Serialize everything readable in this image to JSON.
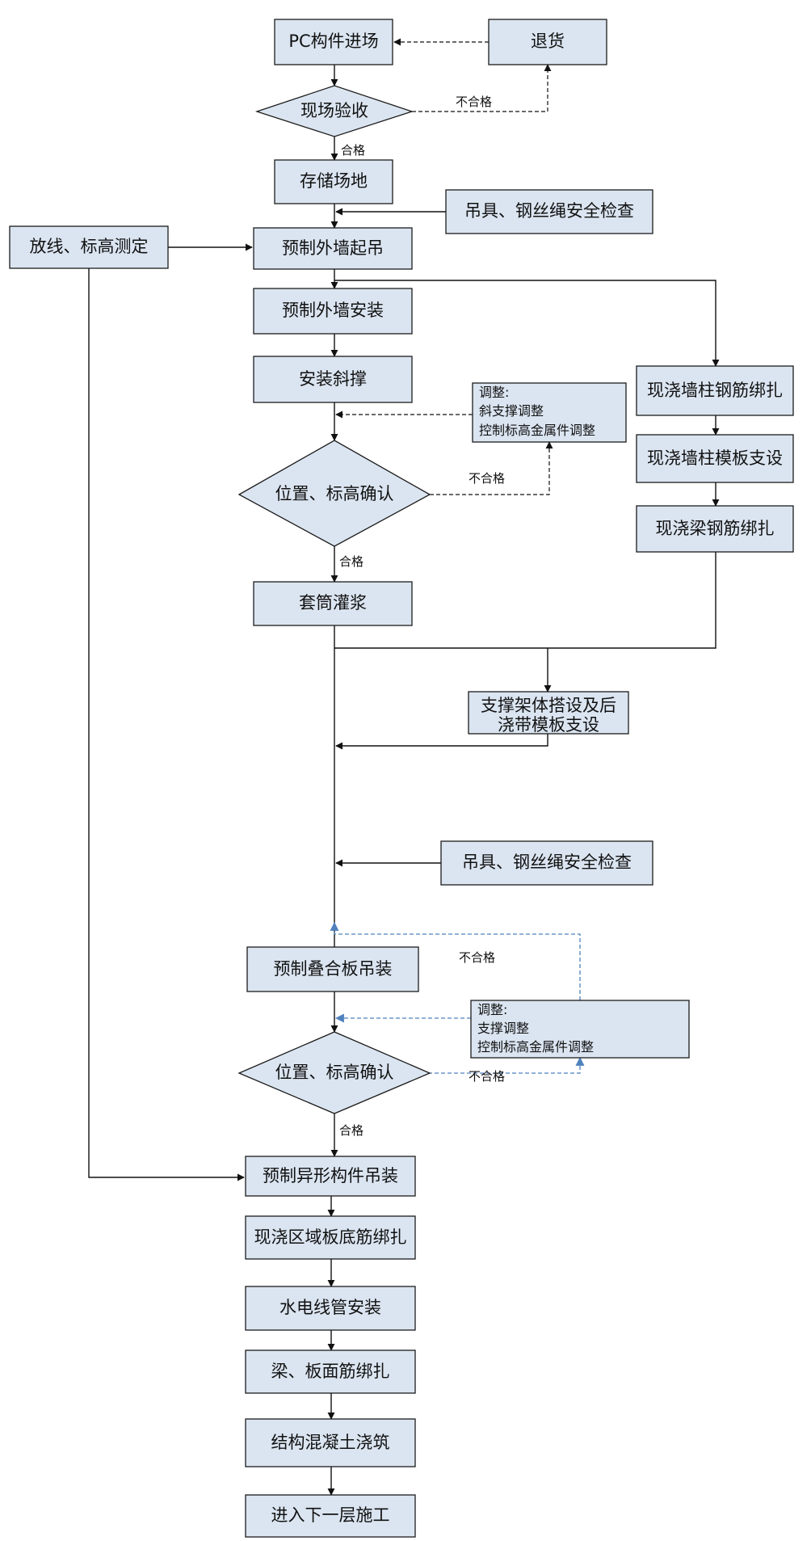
{
  "flowchart": {
    "nodes": {
      "pc_arrival": "PC构件进场",
      "return_goods": "退货",
      "site_acceptance": "现场验收",
      "storage_yard": "存储场地",
      "hoist_check_1": "吊具、钢丝绳安全检查",
      "layout_survey": "放线、标高测定",
      "wall_lift": "预制外墙起吊",
      "wall_install": "预制外墙安装",
      "brace_install": "安装斜撑",
      "adjust_1": [
        "调整:",
        "斜支撑调整",
        "控制标高金属件调整"
      ],
      "position_check_1": "位置、标高确认",
      "sleeve_grout": "套筒灌浆",
      "cast_wall_rebar": "现浇墙柱钢筋绑扎",
      "cast_wall_formwork": "现浇墙柱模板支设",
      "cast_beam_rebar": "现浇梁钢筋绑扎",
      "support_frame": [
        "支撑架体搭设及后",
        "浇带模板支设"
      ],
      "hoist_check_2": "吊具、钢丝绳安全检查",
      "slab_hoist": "预制叠合板吊装",
      "adjust_2": [
        "调整:",
        "支撑调整",
        "控制标高金属件调整"
      ],
      "position_check_2": "位置、标高确认",
      "special_hoist": "预制异形构件吊装",
      "slab_bottom_rebar": "现浇区域板底筋绑扎",
      "mep_conduit": "水电线管安装",
      "beam_slab_rebar": "梁、板面筋绑扎",
      "concrete_pour": "结构混凝土浇筑",
      "next_floor": "进入下一层施工"
    },
    "edge_labels": {
      "fail_1": "不合格",
      "pass_1": "合格",
      "fail_2": "不合格",
      "pass_2": "合格",
      "fail_3a": "不合格",
      "fail_3b": "不合格",
      "pass_3": "合格"
    },
    "colors": {
      "node_fill": "#dbe5f1",
      "stroke": "#1c1c1c",
      "feedback_blue": "#4f81bd"
    }
  }
}
